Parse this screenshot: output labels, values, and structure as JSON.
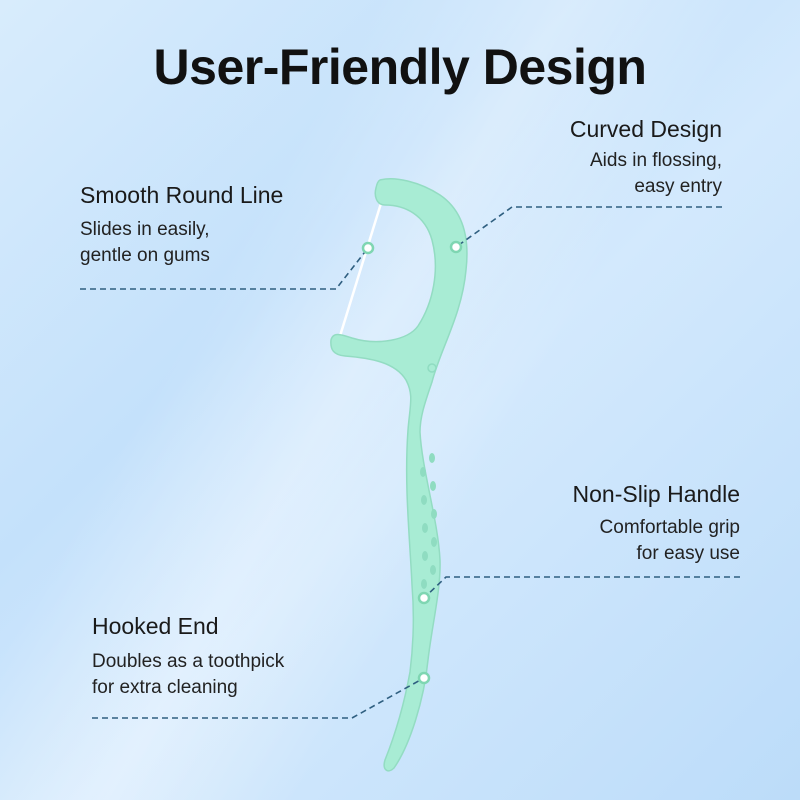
{
  "title": "User-Friendly Design",
  "callouts": [
    {
      "heading": "Curved Design",
      "line1": "Aids in flossing,",
      "line2": "easy entry"
    },
    {
      "heading": "Smooth Round Line",
      "line1": "Slides in easily,",
      "line2": "gentle on gums"
    },
    {
      "heading": "Non-Slip Handle",
      "line1": "Comfortable grip",
      "line2": "for easy use"
    },
    {
      "heading": "Hooked End",
      "line1": "Doubles as a toothpick",
      "line2": "for extra cleaning"
    }
  ],
  "colors": {
    "product": "#a8ecd4",
    "product_shade": "#8fdcc1",
    "dashed_line": "#2f5f80",
    "dot_fill": "#ffffff",
    "dot_stroke": "#7fd6b2"
  },
  "icons": [
    "floss-pick-illustration"
  ]
}
